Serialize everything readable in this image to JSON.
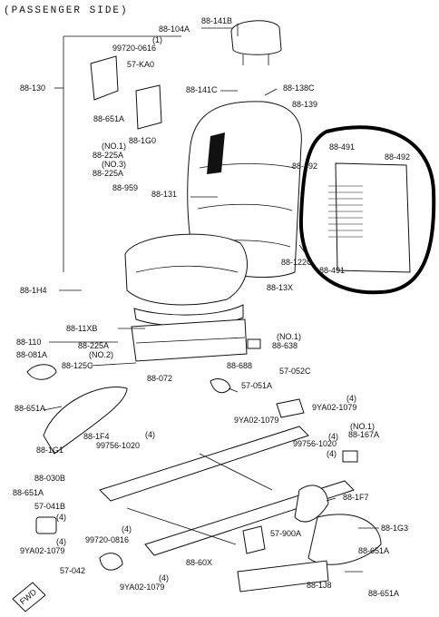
{
  "title": "(PASSENGER SIDE)",
  "labels": [
    {
      "id": "l1",
      "text": "88-104A"
    },
    {
      "id": "l2",
      "text": "88-141B"
    },
    {
      "id": "l3",
      "text": "(1)"
    },
    {
      "id": "l4",
      "text": "99720-0616"
    },
    {
      "id": "l5",
      "text": "57-KA0"
    },
    {
      "id": "l6",
      "text": "88-130"
    },
    {
      "id": "l7",
      "text": "88-141C"
    },
    {
      "id": "l8",
      "text": "88-138C"
    },
    {
      "id": "l9",
      "text": "88-139"
    },
    {
      "id": "l10",
      "text": "88-651A"
    },
    {
      "id": "l11",
      "text": "88-1G0"
    },
    {
      "id": "l12",
      "text": "(NO.1)"
    },
    {
      "id": "l13",
      "text": "88-225A"
    },
    {
      "id": "l14",
      "text": "(NO.3)"
    },
    {
      "id": "l15",
      "text": "88-225A"
    },
    {
      "id": "l16",
      "text": "88-959"
    },
    {
      "id": "l17",
      "text": "88-131"
    },
    {
      "id": "l18",
      "text": "88-491"
    },
    {
      "id": "l19",
      "text": "88-492"
    },
    {
      "id": "l20",
      "text": "88-492"
    },
    {
      "id": "l21",
      "text": "88-122C"
    },
    {
      "id": "l22",
      "text": "88-491"
    },
    {
      "id": "l23",
      "text": "88-13X"
    },
    {
      "id": "l24",
      "text": "88-1H4"
    },
    {
      "id": "l25",
      "text": "88-11XB"
    },
    {
      "id": "l26",
      "text": "88-110"
    },
    {
      "id": "l27",
      "text": "88-225A"
    },
    {
      "id": "l28",
      "text": "(NO.2)"
    },
    {
      "id": "l29",
      "text": "(NO.1)"
    },
    {
      "id": "l30",
      "text": "88-638"
    },
    {
      "id": "l31",
      "text": "88-081A"
    },
    {
      "id": "l32",
      "text": "88-125C"
    },
    {
      "id": "l33",
      "text": "88-688"
    },
    {
      "id": "l34",
      "text": "88-072"
    },
    {
      "id": "l35",
      "text": "57-052C"
    },
    {
      "id": "l36",
      "text": "57-051A"
    },
    {
      "id": "l37",
      "text": "88-651A"
    },
    {
      "id": "l38",
      "text": "(4)"
    },
    {
      "id": "l39",
      "text": "9YA02-1079"
    },
    {
      "id": "l40",
      "text": "9YA02-1079"
    },
    {
      "id": "l41",
      "text": "(4)"
    },
    {
      "id": "l42",
      "text": "88-1F4"
    },
    {
      "id": "l43",
      "text": "99756-1020"
    },
    {
      "id": "l44",
      "text": "88-1G1"
    },
    {
      "id": "l45",
      "text": "(NO.1)"
    },
    {
      "id": "l46",
      "text": "88-167A"
    },
    {
      "id": "l47",
      "text": "(4)"
    },
    {
      "id": "l48",
      "text": "99756-1020"
    },
    {
      "id": "l49",
      "text": "(4)"
    },
    {
      "id": "l50",
      "text": "88-030B"
    },
    {
      "id": "l51",
      "text": "88-651A"
    },
    {
      "id": "l52",
      "text": "57-041B"
    },
    {
      "id": "l53",
      "text": "(4)"
    },
    {
      "id": "l54",
      "text": "88-1F7"
    },
    {
      "id": "l55",
      "text": "88-1G3"
    },
    {
      "id": "l56",
      "text": "(4)"
    },
    {
      "id": "l57",
      "text": "9YA02-1079"
    },
    {
      "id": "l58",
      "text": "(4)"
    },
    {
      "id": "l59",
      "text": "99720-0816"
    },
    {
      "id": "l60",
      "text": "57-900A"
    },
    {
      "id": "l61",
      "text": "88-651A"
    },
    {
      "id": "l62",
      "text": "57-042"
    },
    {
      "id": "l63",
      "text": "(4)"
    },
    {
      "id": "l64",
      "text": "9YA02-1079"
    },
    {
      "id": "l65",
      "text": "88-60X"
    },
    {
      "id": "l66",
      "text": "88-1J8"
    },
    {
      "id": "l67",
      "text": "88-651A"
    },
    {
      "id": "l68",
      "text": "FWD"
    }
  ]
}
